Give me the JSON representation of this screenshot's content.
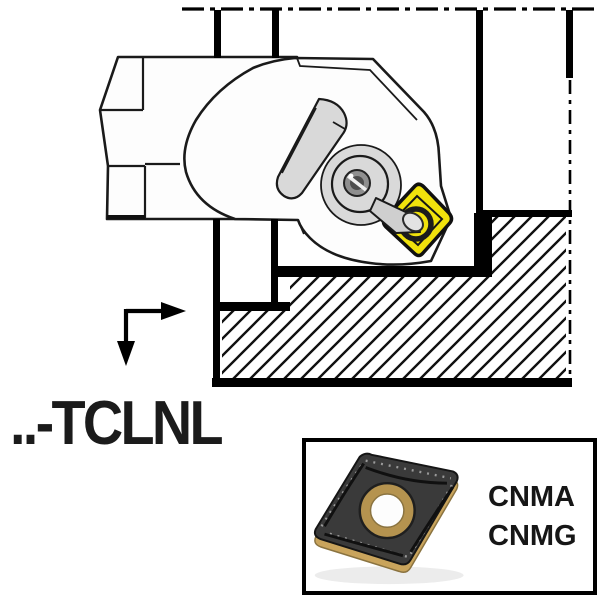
{
  "illustration": {
    "designation": "..-TCLNL"
  },
  "insert_box": {
    "labels": [
      "CNMA",
      "CNMG"
    ]
  },
  "colors": {
    "outline": "#000000",
    "insert_yellow": "#f0e20c",
    "clamp_gray": "#d9d9d9",
    "clamp_light": "#e3e3e3",
    "finger_gray": "#cfcfcf",
    "screw_gray": "#8f8f8f",
    "photo_face_dark": "#3a3a3a",
    "photo_gold": "#c9a45c",
    "photo_hole_ring": "#b5934f"
  }
}
